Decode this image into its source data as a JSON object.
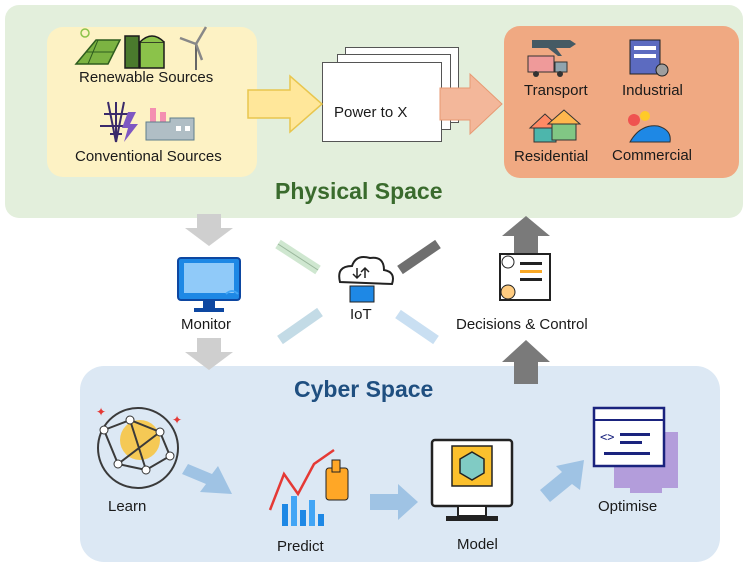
{
  "physical": {
    "title": "Physical Space",
    "sources": {
      "renewable": "Renewable Sources",
      "conventional": "Conventional Sources"
    },
    "converter": "Power to X",
    "sectors": {
      "transport": "Transport",
      "industrial": "Industrial",
      "residential": "Residential",
      "commercial": "Commercial"
    }
  },
  "middle": {
    "monitor": "Monitor",
    "iot": "IoT",
    "decisions": "Decisions & Control"
  },
  "cyber": {
    "title": "Cyber Space",
    "learn": "Learn",
    "predict": "Predict",
    "model": "Model",
    "optimise": "Optimise"
  },
  "colors": {
    "physical_bg": "#e3efdc",
    "cyber_bg": "#dce8f4",
    "sources_bg": "#fdf2c4",
    "demand_bg": "#f0a982",
    "physical_title": "#3a6b2d",
    "cyber_title": "#1f4f80"
  }
}
